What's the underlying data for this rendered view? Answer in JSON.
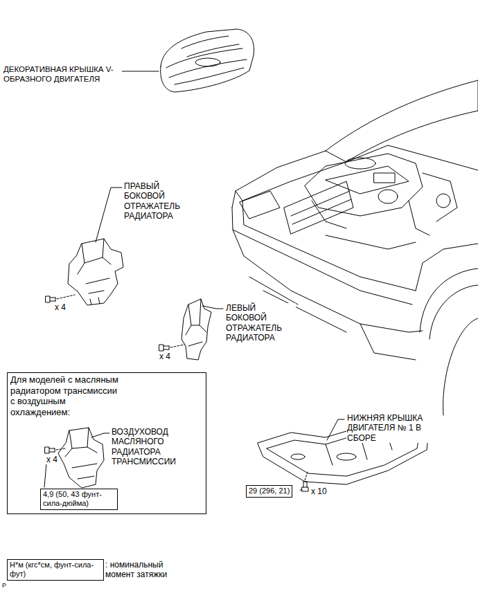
{
  "diagram": {
    "nodes": [
      {
        "text": [
          "Для моделей с масляным радиатором трансмиссии с воздушным охлаждением:"
        ]
      },
      {
        "text": [
          "4,9 (50, 43 фунт-сила-дюйма)"
        ],
        "in": 0
      },
      {
        "text": [
          "29 (296, 21)"
        ]
      },
      {
        "text": [
          "Н*м (кгс*см, фунт-сила-фут)"
        ]
      }
    ],
    "labels": [
      "ДЕКОРАТИВНАЯ КРЫШКА V- ОБРАЗНОГО ДВИГАТЕЛЯ",
      "ПРАВЫЙ БОКОВОЙ ОТРАЖАТЕЛЬ РАДИАТОРА",
      "x 4",
      "ЛЕВЫЙ БОКОВОЙ ОТРАЖАТЕЛЬ РАДИАТОРА",
      "x 4",
      "ВОЗДУХОВОД МАСЛЯНОГО РАДИАТОРА ТРАНСМИССИИ",
      "x 4",
      "НИЖНЯЯ КРЫШКА ДВИГАТЕЛЯ № 1 В СБОРЕ",
      "x 10",
      ": номинальный момент затяжки",
      "P"
    ]
  }
}
